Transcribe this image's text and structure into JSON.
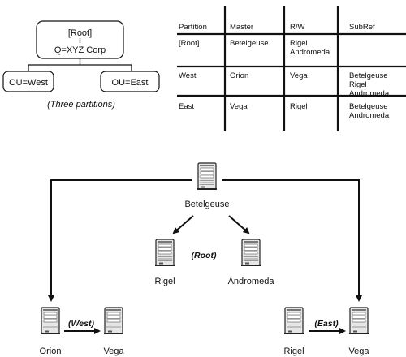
{
  "tree": {
    "root_line1": "[Root]",
    "root_line2": "Q=XYZ Corp",
    "left_ou": "OU=West",
    "right_ou": "OU=East",
    "caption": "(Three partitions)"
  },
  "table": {
    "headers": [
      "Partition",
      "Master",
      "R/W",
      "SubRef"
    ],
    "rows": [
      {
        "partition": "[Root]",
        "master": "Betelgeuse",
        "rw": [
          "Rigel",
          "Andromeda"
        ],
        "subref": []
      },
      {
        "partition": "West",
        "master": "Orion",
        "rw": [
          "Vega"
        ],
        "subref": [
          "Betelgeuse",
          "Rigel",
          "Andromeda"
        ]
      },
      {
        "partition": "East",
        "master": "Vega",
        "rw": [
          "Rigel"
        ],
        "subref": [
          "Betelgeuse",
          "Andromeda"
        ]
      }
    ]
  },
  "servers": {
    "betelgeuse": "Betelgeuse",
    "rigel_root": "Rigel",
    "andromeda": "Andromeda",
    "orion": "Orion",
    "vega_west": "Vega",
    "rigel_east": "Rigel",
    "vega_east": "Vega"
  },
  "partition_labels": {
    "root": "(Root)",
    "west": "(West)",
    "east": "(East)"
  },
  "server_icon": "server-tower-icon"
}
